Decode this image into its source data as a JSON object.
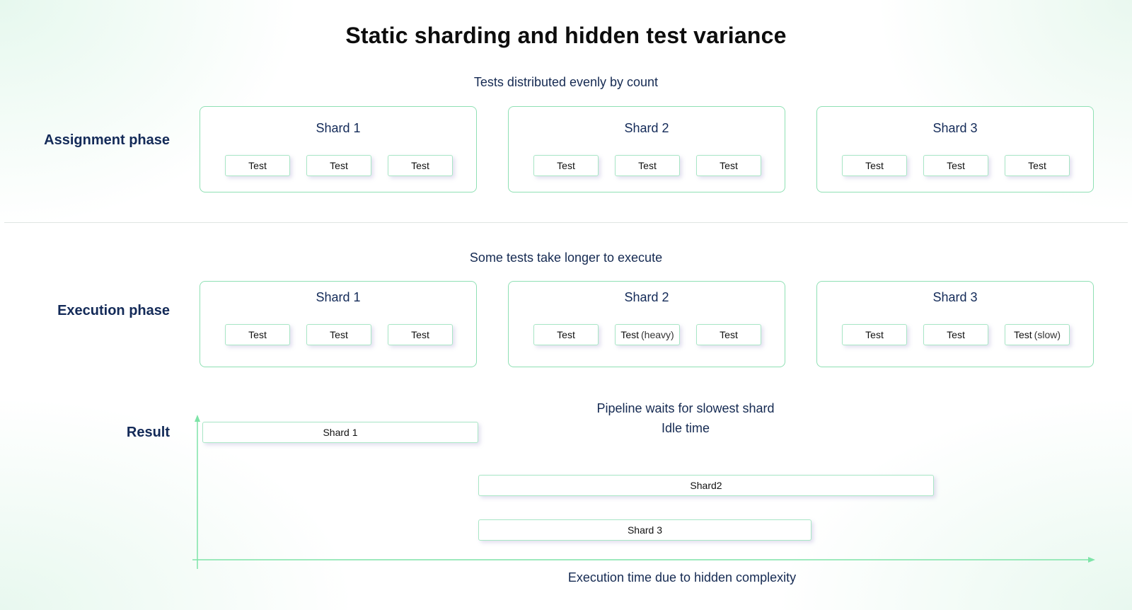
{
  "title": "Static sharding and hidden test variance",
  "assignment": {
    "caption": "Tests distributed evenly by count",
    "label": "Assignment phase",
    "shards": [
      {
        "name": "Shard 1",
        "tests": [
          {
            "label": "Test",
            "qualifier": ""
          },
          {
            "label": "Test",
            "qualifier": ""
          },
          {
            "label": "Test",
            "qualifier": ""
          }
        ]
      },
      {
        "name": "Shard 2",
        "tests": [
          {
            "label": "Test",
            "qualifier": ""
          },
          {
            "label": "Test",
            "qualifier": ""
          },
          {
            "label": "Test",
            "qualifier": ""
          }
        ]
      },
      {
        "name": "Shard 3",
        "tests": [
          {
            "label": "Test",
            "qualifier": ""
          },
          {
            "label": "Test",
            "qualifier": ""
          },
          {
            "label": "Test",
            "qualifier": ""
          }
        ]
      }
    ]
  },
  "execution": {
    "caption": "Some tests take longer to execute",
    "label": "Execution phase",
    "shards": [
      {
        "name": "Shard 1",
        "tests": [
          {
            "label": "Test",
            "qualifier": ""
          },
          {
            "label": "Test",
            "qualifier": ""
          },
          {
            "label": "Test",
            "qualifier": ""
          }
        ]
      },
      {
        "name": "Shard 2",
        "tests": [
          {
            "label": "Test",
            "qualifier": ""
          },
          {
            "label": "Test",
            "qualifier": "(heavy)"
          },
          {
            "label": "Test",
            "qualifier": ""
          }
        ]
      },
      {
        "name": "Shard 3",
        "tests": [
          {
            "label": "Test",
            "qualifier": ""
          },
          {
            "label": "Test",
            "qualifier": ""
          },
          {
            "label": "Test",
            "qualifier": "(slow)"
          }
        ]
      }
    ]
  },
  "result": {
    "label": "Result",
    "annotation_line1": "Pipeline waits for slowest shard",
    "annotation_line2": "Idle time",
    "xlabel": "Execution time due to hidden complexity",
    "bars": [
      {
        "label": "Shard 1"
      },
      {
        "label": "Shard2"
      },
      {
        "label": "Shard 3"
      }
    ]
  },
  "colors": {
    "accent": "#8fe0b4",
    "heading": "#132a58"
  }
}
